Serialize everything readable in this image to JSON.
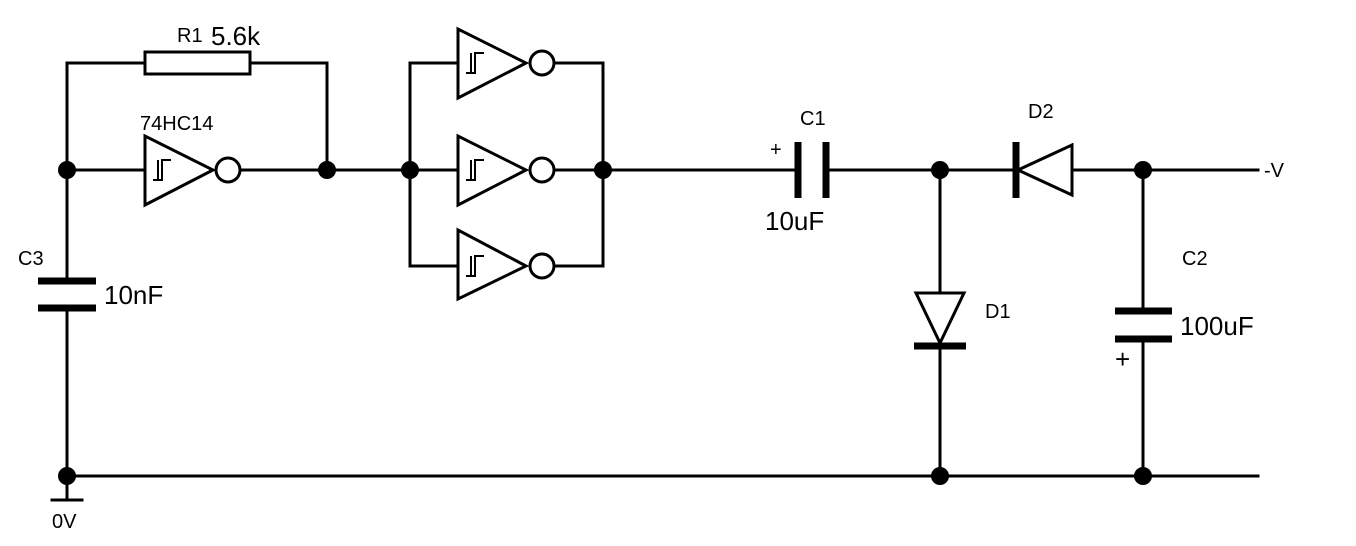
{
  "labels": {
    "r1": "R1",
    "r1_value": "5.6k",
    "ic": "74HC14",
    "c1": "C1",
    "c1_value": "10uF",
    "c1_plus": "+",
    "d2": "D2",
    "out": "-V",
    "c3": "C3",
    "c3_value": "10nF",
    "d1": "D1",
    "c2": "C2",
    "c2_value": "100uF",
    "c2_plus": "+",
    "ground": "0V"
  },
  "colors": {
    "ink": "#000000",
    "background": "#ffffff"
  }
}
